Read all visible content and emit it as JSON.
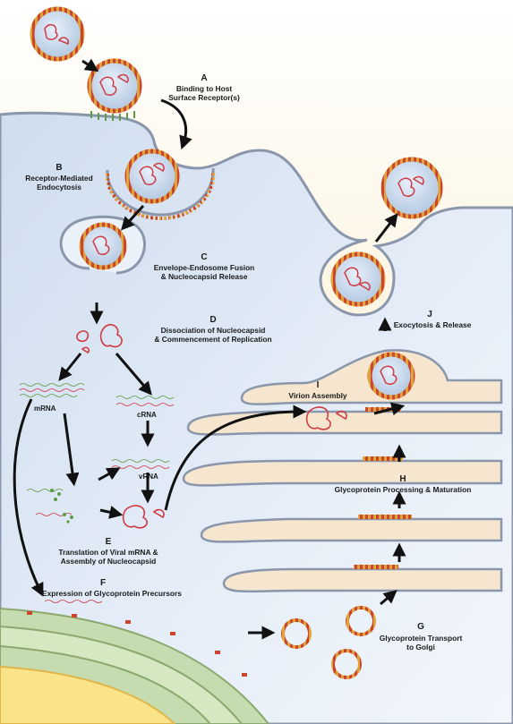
{
  "steps": [
    {
      "letter": "A",
      "caption": "Binding to Host\nSurface Receptor(s)"
    },
    {
      "letter": "B",
      "caption": "Receptor-Mediated\nEndocytosis"
    },
    {
      "letter": "C",
      "caption": "Envelope-Endosome Fusion\n& Nucleocapsid Release"
    },
    {
      "letter": "D",
      "caption": "Dissociation of Nucleocapsid\n& Commencement of Replication"
    },
    {
      "letter": "E",
      "caption": "Translation of Viral mRNA &\nAssembly of Nucleocapsid"
    },
    {
      "letter": "F",
      "caption": "Expression of Glycoprotein Precursors"
    },
    {
      "letter": "G",
      "caption": "Glycoprotein Transport\nto Golgi"
    },
    {
      "letter": "H",
      "caption": "Glycoprotein Processing & Maturation"
    },
    {
      "letter": "I",
      "caption": "Virion Assembly"
    },
    {
      "letter": "J",
      "caption": "Exocytosis & Release"
    }
  ],
  "rna_labels": {
    "mrna": "mRNA",
    "crna": "cRNA",
    "vrna": "vRNA"
  },
  "colors": {
    "cytoplasm": "#dfeaf6",
    "extracellular": "#fbf1d8",
    "membrane": "#8a96ab",
    "glycoprotein_red": "#c9452c",
    "glycoprotein_green": "#5e9b45",
    "nucleocapsid": "#cf3b45",
    "er": "#b6d29c",
    "golgi": "#f6e6cf",
    "nucleus": "#fbe38a"
  }
}
